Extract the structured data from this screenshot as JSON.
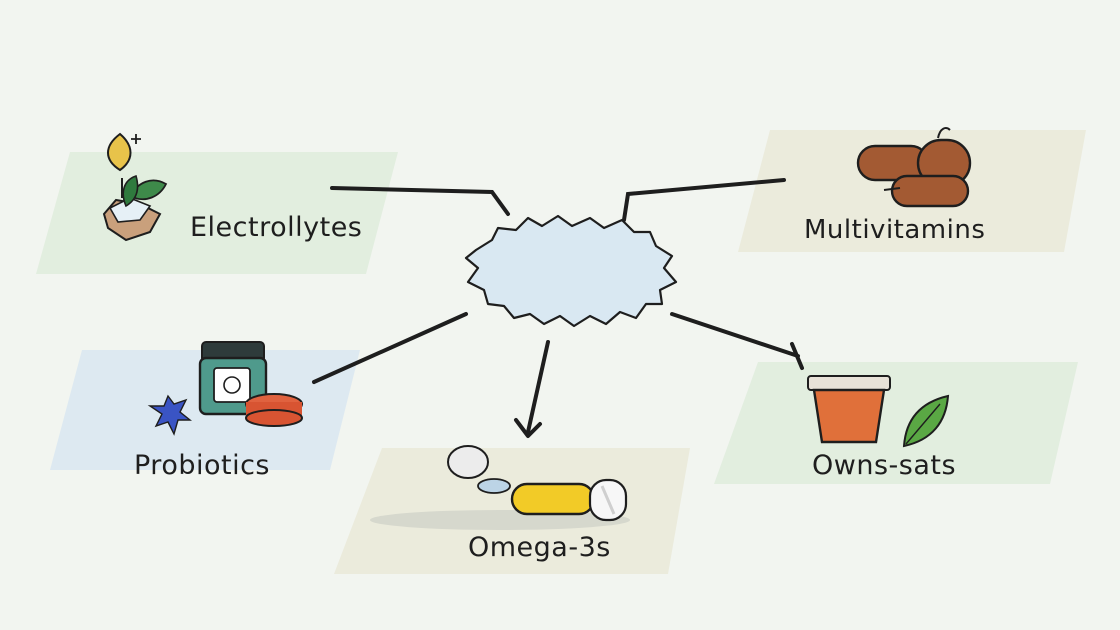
{
  "diagram": {
    "center": {
      "icon": "cloud-burst-icon"
    },
    "nodes": [
      {
        "id": "electrolytes",
        "label": "Electrollytes",
        "icon": "leaf-drop-icon"
      },
      {
        "id": "multivitamins",
        "label": "Multivitamins",
        "icon": "capsules-icon"
      },
      {
        "id": "probiotics",
        "label": "Probiotics",
        "icon": "probiotic-jar-icon"
      },
      {
        "id": "omega",
        "label": "Omega-3s",
        "icon": "omega-capsule-icon"
      },
      {
        "id": "ownssats",
        "label": "Owns-sats",
        "icon": "cup-leaf-icon"
      }
    ],
    "colors": {
      "background": "#f2f5f0",
      "cloud": "#d9e8f2",
      "ink": "#1e1e1e",
      "panel_green": "#e2eedf",
      "panel_beige": "#ebebdc",
      "panel_blue": "#dde9f1"
    }
  }
}
